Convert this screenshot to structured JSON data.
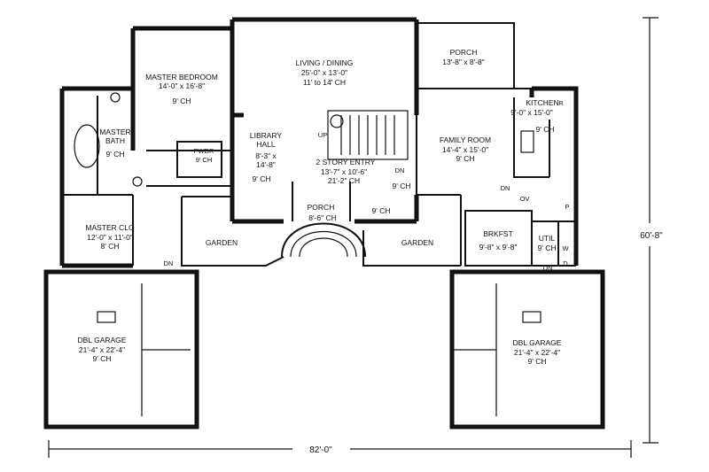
{
  "rooms": {
    "master_bedroom": {
      "name": "MASTER BEDROOM",
      "size": "14'-0\" x 16'-8\"",
      "ceiling": "9' CH"
    },
    "living_dining": {
      "name": "LIVING / DINING",
      "size": "25'-0\" x 13'-0\"",
      "ceiling": "11' to 14' CH"
    },
    "porch_rear": {
      "name": "PORCH",
      "size": "13'-8\" x 8'-8\""
    },
    "kitchen": {
      "name": "KITCHEN",
      "size": "9'-0\" x 15'-0\"",
      "ceiling": "9' CH"
    },
    "master_bath": {
      "name1": "MASTER",
      "name2": "BATH",
      "ceiling": "9' CH"
    },
    "pwdr": {
      "name": "PWDR",
      "ceiling": "9' CH"
    },
    "library_hall": {
      "name1": "LIBRARY",
      "name2": "HALL",
      "size1": "8'-3\" x",
      "size2": "14'-8\"",
      "ceiling": "9' CH"
    },
    "entry": {
      "name": "2 STORY ENTRY",
      "size1": "13'-7\" x 10'-6\"",
      "size2": "21'-2\" CH"
    },
    "family_room": {
      "name": "FAMILY ROOM",
      "size": "14'-4\" x 15'-0\"",
      "ceiling": "9' CH"
    },
    "master_clo": {
      "name": "MASTER CLO",
      "size": "12'-0\" x 11'-0\"",
      "ceiling": "8' CH"
    },
    "porch_front": {
      "name": "PORCH",
      "size": "8'-6\" CH"
    },
    "brkfst": {
      "name": "BRKFST",
      "size": "9'-8\" x 9'-8\""
    },
    "util": {
      "name": "UTIL",
      "ceiling": "9' CH"
    },
    "garden_left": {
      "name": "GARDEN"
    },
    "garden_right": {
      "name": "GARDEN"
    },
    "garage_left": {
      "name": "DBL GARAGE",
      "size": "21'-4\" x 22'-4\"",
      "ceiling": "9' CH"
    },
    "garage_right": {
      "name": "DBL GARAGE",
      "size": "21'-4\" x 22'-4\"",
      "ceiling": "9' CH"
    }
  },
  "notes": {
    "up": "UP",
    "dn": "DN",
    "ch_9": "9' CH",
    "ov": "OV",
    "r": "R",
    "p": "P",
    "w": "W",
    "d": "D"
  },
  "dimensions": {
    "width": "82'-0\"",
    "depth": "60'-8\""
  }
}
